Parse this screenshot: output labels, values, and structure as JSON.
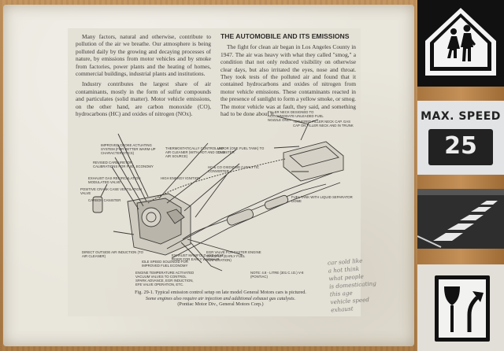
{
  "poster": {
    "left_column": [
      "Many factors, natural and otherwise, contribute to pollution of the air we breathe. Our atmosphere is being polluted daily by the growing and decaying processes of nature, by emissions from motor vehicles and by smoke from factories, power plants and the heating of homes, commercial buildings, industrial plants and institutions.",
      "Industry contributes the largest share of air contaminants, mostly in the form of sulfur compounds and particulates (solid matter). Motor vehicle emissions, on the other hand, are carbon monoxide (CO), hydrocarbons (HC) and oxides of nitrogen (NOx)."
    ],
    "right_heading": "THE AUTOMOBILE AND ITS EMISSIONS",
    "right_column": "The fight for clean air began in Los Angeles County in 1947. The air was heavy with what they called \"smog,\" a condition that not only reduced visibility on otherwise clear days, but also irritated the eyes, nose and throat. They took tests of the polluted air and found that it contained hydrocarbons and oxides of nitrogen from motor vehicle emissions. These contaminants reacted in the presence of sunlight to form a yellow smoke, or smog. The motor vehicle was at fault, they said, and something had to be done about it.",
    "callouts": {
      "filler_neck": "Filler neck designed to accommodate unleaded fuel nozzle only",
      "filler_cap": "Tethered filler neck cap. Gas cap on filler neck and in trunk",
      "choke": "Improved choke actuating system (for better warm-up characteristics)",
      "carburetor": "Revised carburetor calibrations for fuel economy",
      "egr": "Exhaust gas recirculation modulated valve",
      "pcv": "Positive crank case ventilation valve",
      "canister": "Carbon canister",
      "air_inlet": "Direct outside air induction (to air cleaner)",
      "thermostatic": "Thermostatically controlled air cleaner (with hot and cold air source)",
      "vapor_line": "Vapor (one fuel tank) to canister",
      "converter": "HC & CO oxidizing catalytic converter",
      "ignition": "High energy ignition",
      "tank": "Fuel tank with liquid separator dome",
      "exhaust_manifold": "Exhaust manifold and heat riser for early warm-up",
      "egr_valve": "EGR valve for faster engine warm-up (early fuel evaporation)",
      "speed_solenoid": "Idle speed solenoid for improved fuel economy",
      "vacuum": "Engine temperature activated vacuum valves to control spark advance, EGR induction, EFE valve operation, etc.",
      "note": "Note: 4.8 - litre (301 C.I.D.) V-8 (Pontiac)"
    },
    "caption_main": "Fig. 29-1.  Typical emission control setup on late model General Motors cars is pictured.",
    "caption_sub": "Some engines also require air injection and additional exhaust gas catalysts.",
    "caption_credit": "(Pontiac Motor Div., General Motors Corp.)",
    "scrawl": [
      "car sold like",
      "a hot think",
      "what people",
      "is domesticating",
      "this age",
      "vehicle speed",
      "exhaust"
    ]
  },
  "signs": {
    "school_crossing": {
      "icon": "school-children-icon",
      "color": "#ffffff"
    },
    "speed_limit": {
      "label": "MAX. SPEED",
      "value": "25",
      "color": "#222222"
    },
    "crosswalk": {
      "icon": "zebra-crosswalk-icon"
    },
    "keep_right": {
      "icon": "keep-right-arrow-icon"
    }
  }
}
